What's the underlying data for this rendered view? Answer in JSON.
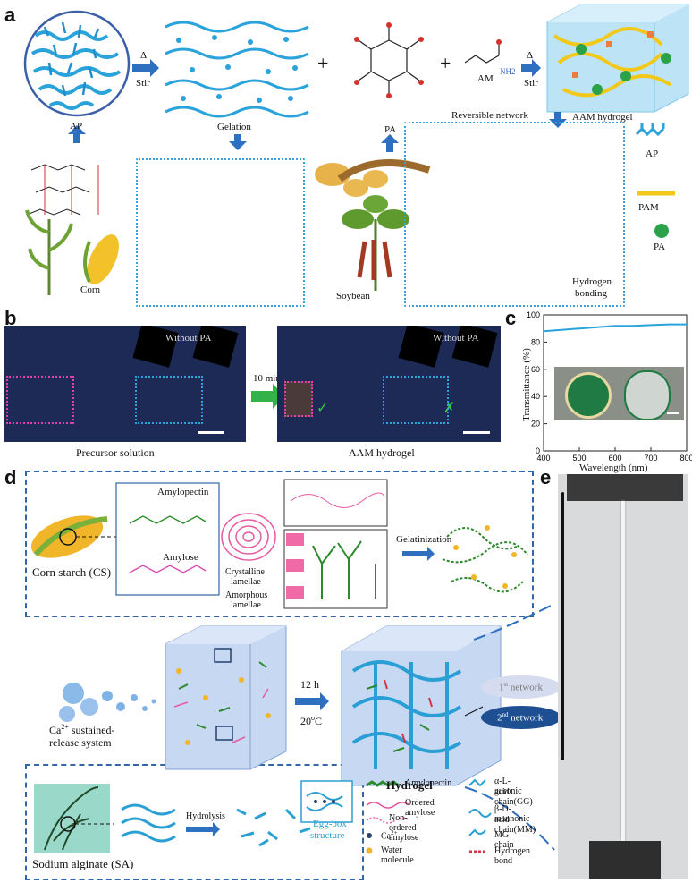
{
  "panels": {
    "a": "a",
    "b": "b",
    "c": "c",
    "d": "d",
    "e": "e"
  },
  "panel_a": {
    "ap": "AP",
    "stir1": "Stir",
    "delta": "Δ",
    "gelation": "Gelation",
    "pa": "PA",
    "am": "AM",
    "nh2": "NH2",
    "stir2": "Stir",
    "aam_hydrogel": "AAM hydrogel",
    "reversible_network": "Reversible network",
    "corn": "Corn",
    "soybean": "Soybean",
    "hydrogen_bonding_1": "Hydrogen",
    "hydrogen_bonding_2": "bonding",
    "legend_ap": "AP",
    "legend_pam": "PAM",
    "legend_pa": "PA",
    "plus": "+"
  },
  "panel_b": {
    "without_pa_1": "Without PA",
    "without_pa_2": "Without PA",
    "time": "10 min",
    "precursor": "Precursor solution",
    "aam_hydrogel": "AAM hydrogel"
  },
  "panel_c": {
    "chart_data": {
      "type": "line",
      "x": [
        400,
        450,
        500,
        550,
        600,
        650,
        700,
        750,
        800
      ],
      "series": [
        {
          "values": [
            88,
            89,
            90,
            91,
            92,
            92,
            92.5,
            93,
            93
          ]
        }
      ],
      "xlabel": "Wavelength (nm)",
      "ylabel": "Transmittance (%)",
      "xlim": [
        400,
        800
      ],
      "ylim": [
        0,
        100
      ],
      "xticks": [
        "400",
        "500",
        "600",
        "700",
        "800"
      ],
      "yticks": [
        "0",
        "20",
        "40",
        "60",
        "80",
        "100"
      ],
      "line_color": "#29a3db"
    }
  },
  "panel_d": {
    "amylopectin": "Amylopectin",
    "amylose": "Amylose",
    "corn_starch": "Corn starch (CS)",
    "crystalline_1": "Crystalline",
    "crystalline_2": "lamellae",
    "amorphous_1": "Amorphous",
    "amorphous_2": "lamellae",
    "gelatinization": "Gelatinization",
    "ca_1": "Ca",
    "ca_sup": "2+",
    "ca_2": " sustained-",
    "ca_3": "release system",
    "time": "12 h",
    "temp": "20",
    "temp_unit": "C",
    "temp_sup": "o",
    "hydrogel": "Hydrogel",
    "net1": "1",
    "net1_sup": "st",
    "net1_rest": " network",
    "net2": "2",
    "net2_sup": "nd",
    "net2_rest": " network",
    "sodium_alginate": "Sodium alginate (SA)",
    "hydrolysis": "Hydrolysis",
    "eggbox_1": "Egg-box",
    "eggbox_2": "structure",
    "legend": {
      "amylopectin": "Amylopectin",
      "ordered": "Ordered amylose",
      "nonordered": "Non-ordered amylose",
      "ca": "Ca",
      "ca_sup": "2+",
      "water": "Water molecule",
      "gg_1": "α-L-guronic",
      "gg_2": "acid chain(GG)",
      "mm_1": "β-D-mannonic",
      "mm_2": "acid chain(MM)",
      "mg": "MG chain",
      "hbond": "Hydrogen bond"
    }
  }
}
